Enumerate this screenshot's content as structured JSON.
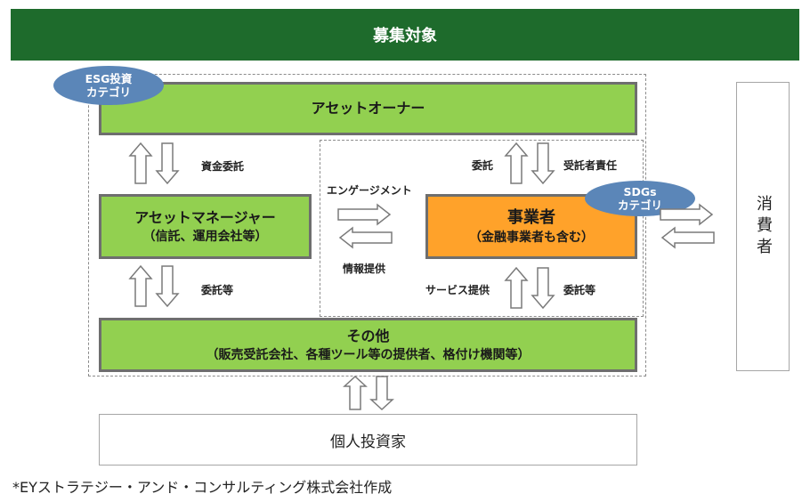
{
  "header": {
    "title": "募集対象"
  },
  "esg_badge": {
    "line1": "ESG投資",
    "line2": "カテゴリ"
  },
  "sdgs_badge": {
    "line1": "SDGs",
    "line2": "カテゴリ"
  },
  "asset_owner": {
    "label": "アセットオーナー"
  },
  "asset_manager": {
    "label": "アセットマネージャー",
    "sub": "（信託、運用会社等）"
  },
  "business": {
    "label": "事業者",
    "sub": "（金融事業者も含む）"
  },
  "others": {
    "label": "その他",
    "sub": "（販売受託会社、各種ツール等の提供者、格付け機関等）"
  },
  "consumer": {
    "label": "消費者"
  },
  "individual": {
    "label": "個人投資家"
  },
  "labels": {
    "fund_entrust": "資金委託",
    "entrust_etc_left": "委託等",
    "engagement": "エンゲージメント",
    "info_provide": "情報提供",
    "entrust": "委託",
    "fiduciary": "受託者責任",
    "service_provide": "サービス提供",
    "entrust_etc_right": "委託等"
  },
  "footnote": "*EYストラテジー・アンド・コンサルティング株式会社作成"
}
